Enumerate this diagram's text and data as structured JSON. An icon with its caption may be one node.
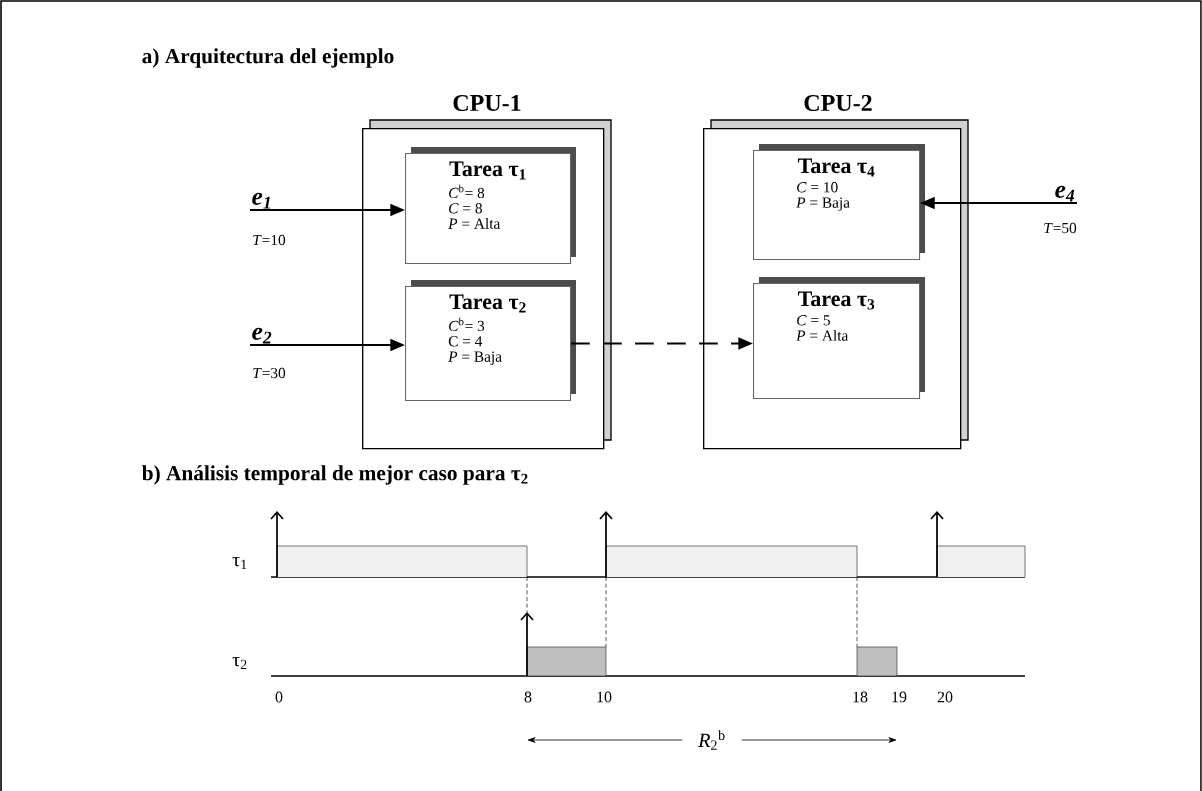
{
  "diagram": {
    "nodes": [
      {
        "text": [
          "CPU-1"
        ]
      },
      {
        "text": [
          "Tarea τ$_{1}$",
          "*C*$^{b}$= 8",
          "*C* = 8",
          "*P* = Alta"
        ],
        "in": 0
      },
      {
        "text": [
          "Tarea τ$_{2}$",
          "*C*$^{b}$= 3",
          "C = 4",
          "*P* = Baja"
        ],
        "in": 0
      },
      {
        "text": [
          "CPU-2"
        ]
      },
      {
        "text": [
          "Tarea τ$_{4}$",
          "*C* = 10",
          "*P* = Baja"
        ],
        "in": 3
      },
      {
        "text": [
          "Tarea τ$_{3}$",
          "*C* = 5",
          "*P* = Alta"
        ],
        "in": 3
      },
      {
        "text": [
          "e$_{1}$"
        ],
        "beside": [
          "*T*=10"
        ]
      },
      {
        "text": [
          "e$_{2}$"
        ],
        "beside": [
          "*T*=30"
        ]
      },
      {
        "text": [
          "e$_{4}$"
        ],
        "beside": [
          "*T*=50"
        ]
      }
    ],
    "edges": [
      {
        "from": 6,
        "to": 1,
        "arrow": "to"
      },
      {
        "from": 7,
        "to": 2,
        "arrow": "to"
      },
      {
        "from": 8,
        "to": 4,
        "arrow": "to"
      },
      {
        "from": 2,
        "to": 5,
        "arrow": "to",
        "style": "dashed"
      }
    ],
    "labels": [
      "a) Arquitectura del ejemplo",
      "b) Análisis temporal de mejor caso para τ$_{2}$",
      "τ$_{1}$",
      "τ$_{2}$",
      "0",
      "8",
      "10",
      "18",
      "19",
      "20",
      "*R*$_{2}$$^{b}$"
    ]
  }
}
